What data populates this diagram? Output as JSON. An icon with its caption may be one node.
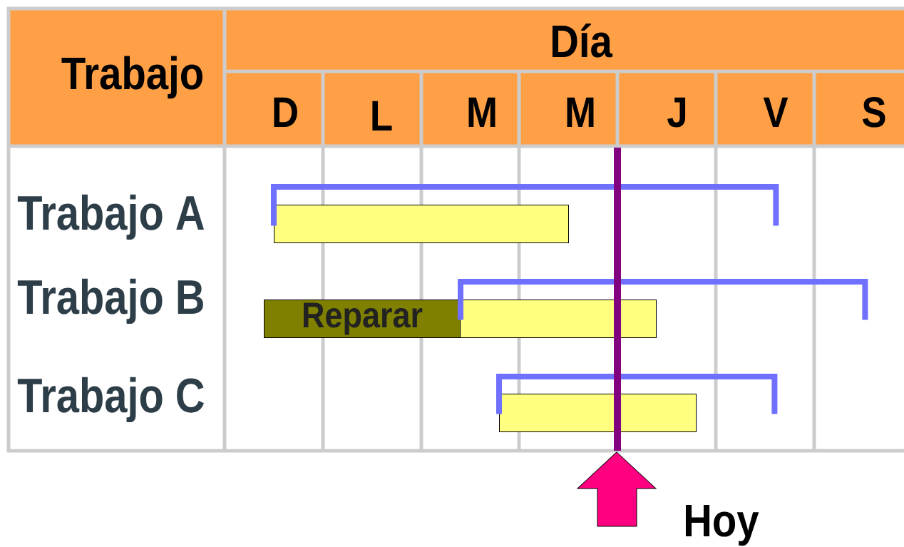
{
  "diagram": {
    "nodes": [
      {
        "text": [],
        "shape": "bar"
      },
      {
        "text": [
          "Reparar"
        ]
      },
      {
        "text": [],
        "shape": "bar"
      },
      {
        "text": [],
        "shape": "bar"
      },
      {
        "text": [],
        "shape": "bracket"
      },
      {
        "text": [],
        "shape": "bracket"
      },
      {
        "text": [],
        "shape": "bracket"
      },
      {
        "text": [],
        "shape": "arrow",
        "beside": [
          "Hoy"
        ]
      }
    ],
    "labels": [
      "Trabajo",
      "Día",
      "D",
      "L",
      "M",
      "M",
      "J",
      "V",
      "S",
      "Trabajo A",
      "Trabajo B",
      "Trabajo C"
    ]
  }
}
